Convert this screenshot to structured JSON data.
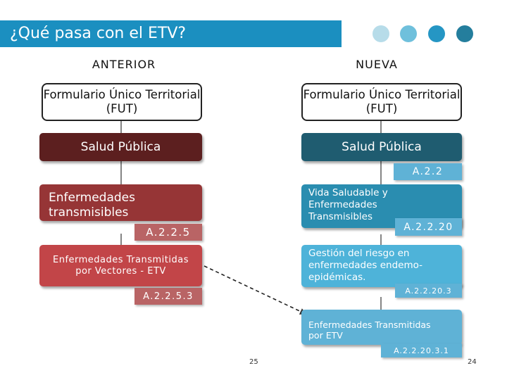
{
  "header": {
    "title": "¿Qué pasa con el ETV?"
  },
  "columns": {
    "left": "ANTERIOR",
    "right": "NUEVA"
  },
  "left": {
    "fut": "Formulario Único Territorial (FUT)",
    "salud": "Salud Pública",
    "transmisibles": "Enfermedades transmisibles",
    "code_transmisibles": "A.2.2.5",
    "vectores": "Enfermedades Transmitidas por Vectores - ETV",
    "code_vectores": "A.2.2.5.3"
  },
  "right": {
    "fut": "Formulario Único Territorial (FUT)",
    "salud": "Salud Pública",
    "code_salud": "A.2.2",
    "vida": "Vida Saludable y Enfermedades Transmisibles",
    "code_vida": "A.2.2.20",
    "gestion": "Gestión del riesgo en enfermedades endemo-epidémicas.",
    "code_gestion": "A.2.2.20.3",
    "etv": "Enfermedades Transmitidas por ETV",
    "code_etv": "A.2.2.20.3.1"
  },
  "footer": {
    "page_center": "25",
    "page_right": "24"
  },
  "colors": {
    "title_bar": "#1b8fc0",
    "dots": [
      "#b7dce9",
      "#6fc0dc",
      "#2596c4",
      "#247e9d"
    ],
    "left_dark": "#5c1f1f",
    "left_mid": "#963536",
    "left_light": "#c24548",
    "left_label": "#b96465",
    "right_dark": "#1f5c70",
    "right_mid": "#2a8db0",
    "right_light": "#4eb3d9",
    "right_label": "#5fb2d6"
  }
}
